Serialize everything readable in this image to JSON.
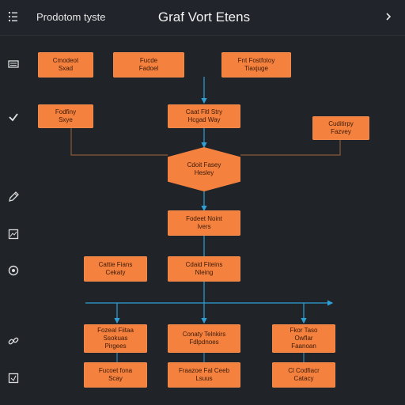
{
  "header": {
    "project_title": "Prodotom tyste",
    "main_title": "Graf Vort Etens"
  },
  "colors": {
    "background": "#202328",
    "node": "#f5813f",
    "node_text": "#3a1a08",
    "connector_blue": "#2f9fd6",
    "connector_brown": "#8a5a3a"
  },
  "sidebar": {
    "icons": [
      "list-icon",
      "check-icon",
      "pencil-icon",
      "image-icon",
      "target-icon",
      "link-icon",
      "export-icon"
    ]
  },
  "flowchart": {
    "nodes": [
      {
        "id": "n1",
        "line1": "Cmodeot",
        "line2": "Sxad"
      },
      {
        "id": "n2",
        "line1": "Fucde",
        "line2": "Fadoel"
      },
      {
        "id": "n3",
        "line1": "Fnt Fostfotoy",
        "line2": "Tiaxjuge"
      },
      {
        "id": "n4",
        "line1": "Fodfiny",
        "line2": "Sxye"
      },
      {
        "id": "n5",
        "line1": "Caat Fitl Stry",
        "line2": "Hcgad Way"
      },
      {
        "id": "n6",
        "line1": "Cuditirpy",
        "line2": "Fazvey"
      },
      {
        "id": "n7",
        "line1": "Cdoit Fasey",
        "line2": "Hesley"
      },
      {
        "id": "n8",
        "line1": "Fodeet Noint",
        "line2": "Ivers"
      },
      {
        "id": "n9",
        "line1": "Cattie Fians",
        "line2": "Cekaty"
      },
      {
        "id": "n10",
        "line1": "Cdaid Fiteins",
        "line2": "Nleing"
      },
      {
        "id": "n11",
        "line1": "Fozeal Fiitaa",
        "line2": "Ssokuas",
        "line3": "Pirgees"
      },
      {
        "id": "n12",
        "line1": "Conaty Telnkirs",
        "line2": "Fdlpdnoes"
      },
      {
        "id": "n13",
        "line1": "Fkor Taso",
        "line2": "Owflar",
        "line3": "Faanoan"
      },
      {
        "id": "n14",
        "line1": "Fucoet fona",
        "line2": "Scay"
      },
      {
        "id": "n15",
        "line1": "Fraazoe Fal Ceeb",
        "line2": "Lsuus"
      },
      {
        "id": "n16",
        "line1": "Cl Codfiacr",
        "line2": "Catacy"
      }
    ]
  }
}
